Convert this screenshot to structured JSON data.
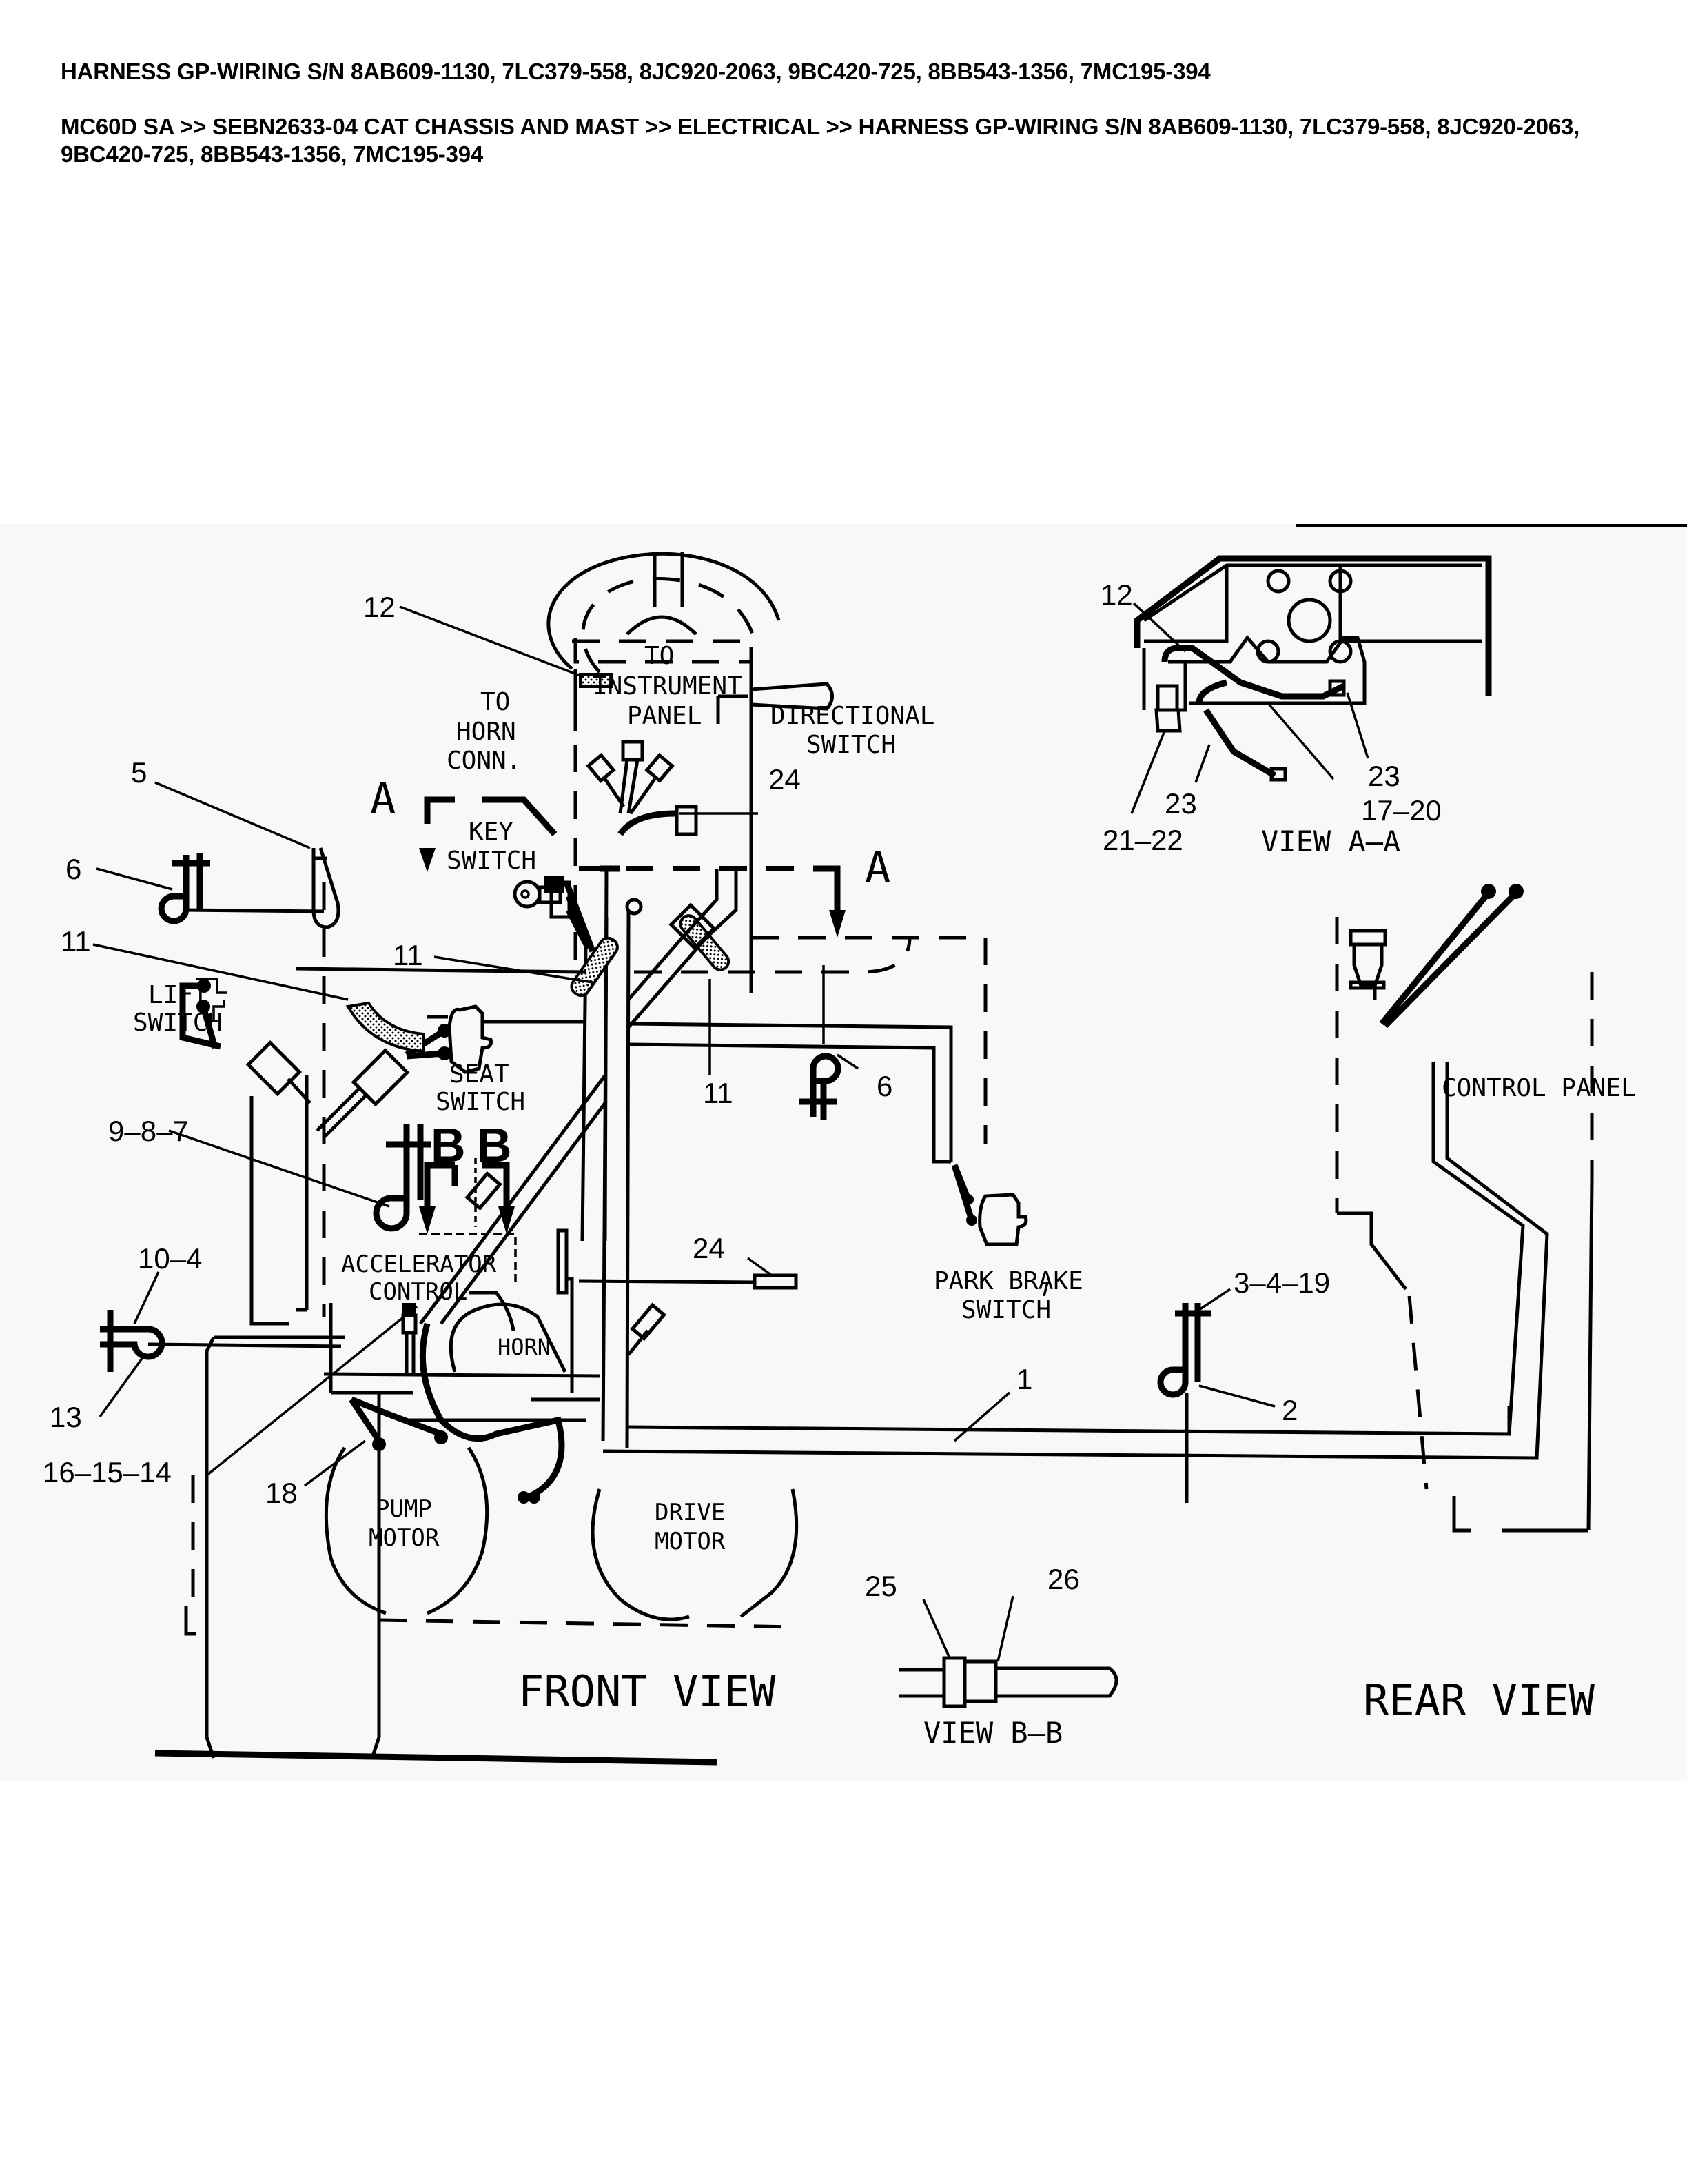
{
  "header": {
    "title": "HARNESS GP-WIRING S/N 8AB609-1130, 7LC379-558, 8JC920-2063, 9BC420-725, 8BB543-1356, 7MC195-394",
    "breadcrumb": "MC60D SA >> SEBN2633-04 CAT CHASSIS AND MAST >> ELECTRICAL >> HARNESS GP-WIRING S/N 8AB609-1130, 7LC379-558, 8JC920-2063, 9BC420-725, 8BB543-1356, 7MC195-394"
  },
  "diagram": {
    "labels": {
      "to_instrument_panel": [
        "TO",
        "INSTRUMENT",
        "PANEL"
      ],
      "to_horn_conn": [
        "TO",
        "HORN",
        "CONN."
      ],
      "directional_switch": [
        "DIRECTIONAL",
        "SWITCH"
      ],
      "key_switch": [
        "KEY",
        "SWITCH"
      ],
      "lift_switch": [
        "LIFT",
        "SWITCH"
      ],
      "seat_switch": [
        "SEAT",
        "SWITCH"
      ],
      "accelerator_control": [
        "ACCELERATOR",
        "CONTROL"
      ],
      "horn": "HORN",
      "park_brake_switch": [
        "PARK BRAKE",
        "SWITCH"
      ],
      "pump_motor": [
        "PUMP",
        "MOTOR"
      ],
      "drive_motor": [
        "DRIVE",
        "MOTOR"
      ],
      "control_panel": "CONTROL PANEL",
      "front_view": "FRONT VIEW",
      "rear_view": "REAR VIEW",
      "view_aa": "VIEW A–A",
      "view_bb": "VIEW B–B",
      "section_a_left": "A",
      "section_a_right": "A",
      "section_b_left": "B",
      "section_b_right": "B"
    },
    "callouts": {
      "c12_main": "12",
      "c5": "5",
      "c6_left": "6",
      "c11_left": "11",
      "c11_mid": "11",
      "c11_center": "11",
      "c24_top": "24",
      "c6_center": "6",
      "c9_8_7": "9–8–7",
      "c10_4": "10–4",
      "c13": "13",
      "c16_15_14": "16–15–14",
      "c18": "18",
      "c24_mid": "24",
      "c1": "1",
      "c3_4_19": "3–4–19",
      "c2": "2",
      "c12_aa": "12",
      "c23_a": "23",
      "c23_b": "23",
      "c17_20": "17–20",
      "c21_22": "21–22",
      "c25": "25",
      "c26": "26"
    }
  }
}
